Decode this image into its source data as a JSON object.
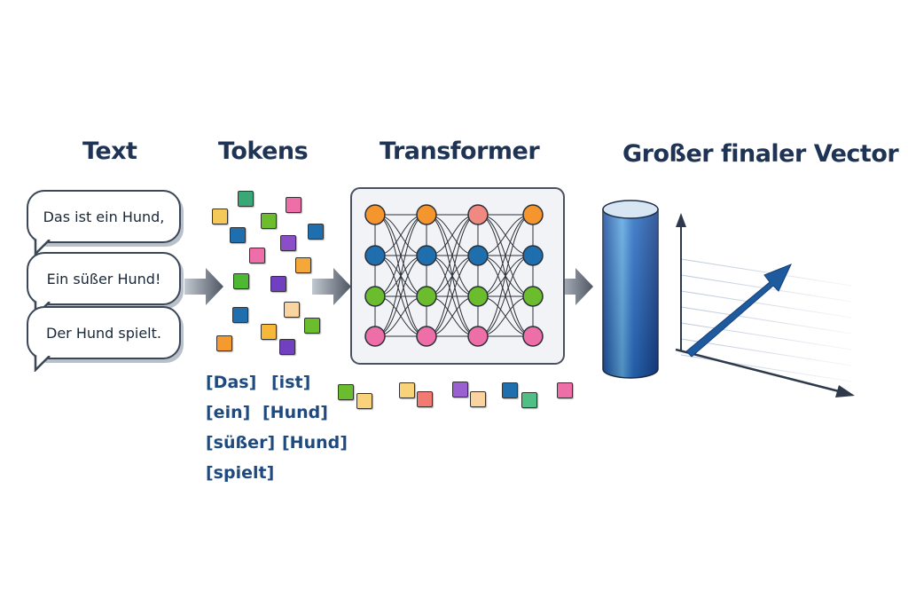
{
  "headings": {
    "text": "Text",
    "tokens": "Tokens",
    "transformer": "Transformer",
    "vector": "Großer finaler Vector"
  },
  "sentences": [
    "Das ist ein Hund,",
    "Ein süßer Hund!",
    "Der Hund spielt."
  ],
  "token_labels": [
    "[Das]",
    "[ist]",
    "[ein]",
    "[Hund]",
    "[süßer]",
    "[Hund]",
    "[spielt]"
  ],
  "colors": {
    "heading": "#1f3454",
    "token_label": "#1f4a80",
    "arrow": "#5a6270",
    "node_orange": "#f5952e",
    "node_salmon": "#f08a80",
    "node_blue": "#1f6fae",
    "node_green": "#6bbd2e",
    "node_pink": "#ee6fa8",
    "cylinder": "#1f62b8",
    "vector_arrow": "#1e5a9e"
  },
  "transformer": {
    "rows": [
      "orange",
      "blue",
      "green",
      "pink"
    ],
    "columns": 4,
    "top_row_colors": [
      "#f5952e",
      "#f5952e",
      "#f08a80",
      "#f5952e"
    ]
  }
}
